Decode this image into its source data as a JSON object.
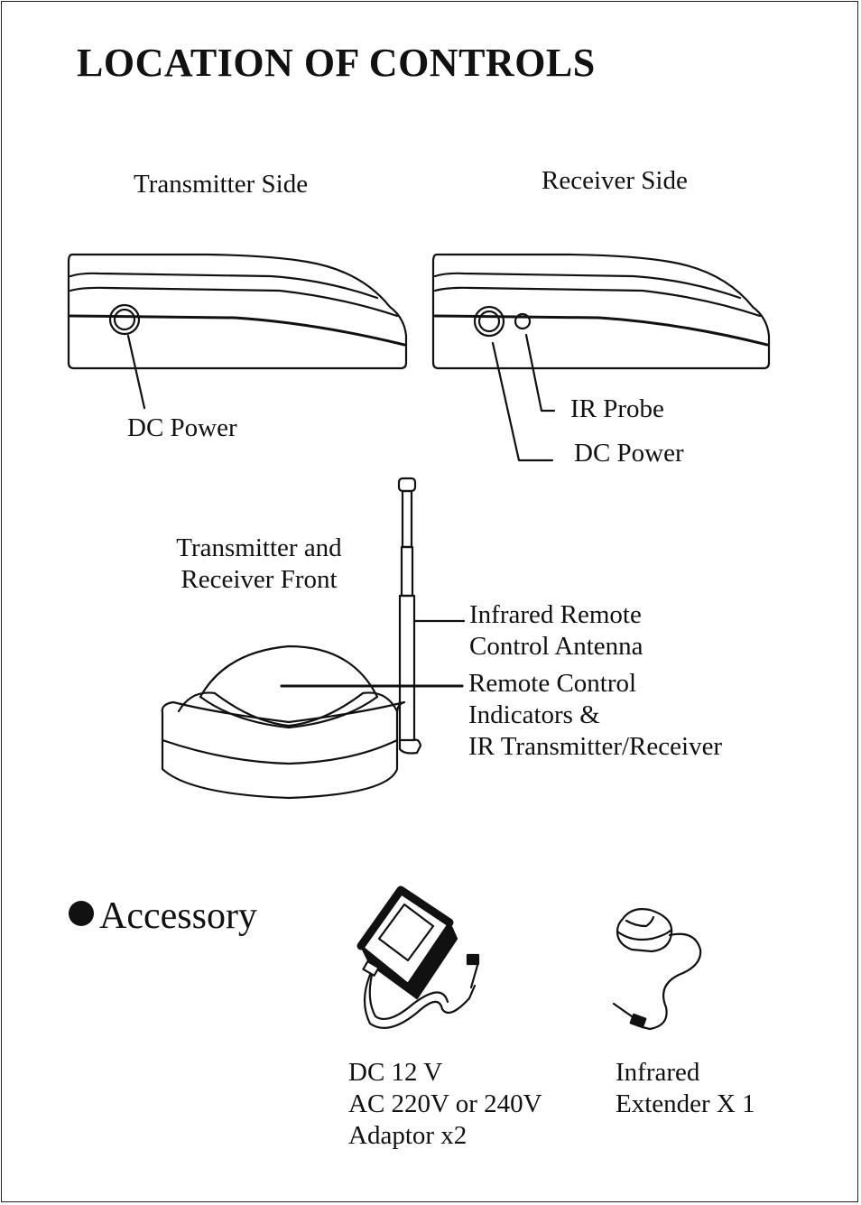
{
  "title": "LOCATION OF CONTROLS",
  "sections": {
    "transmitter_side": {
      "heading": "Transmitter Side",
      "dc_power": "DC Power"
    },
    "receiver_side": {
      "heading": "Receiver Side",
      "ir_probe": "IR Probe",
      "dc_power": "DC Power"
    },
    "front": {
      "heading_line1": "Transmitter and",
      "heading_line2": "Receiver Front",
      "antenna_line1": "Infrared Remote",
      "antenna_line2": "Control Antenna",
      "indicators_line1": "Remote Control",
      "indicators_line2": "Indicators &",
      "indicators_line3": "IR Transmitter/Receiver"
    }
  },
  "accessory": {
    "heading": "Accessory",
    "bullet_icon": "filled-circle-bullet",
    "adaptor": {
      "line1": "DC 12 V",
      "line2": "AC 220V or 240V",
      "line3": "Adaptor x2"
    },
    "extender": {
      "line1": "Infrared",
      "line2": "Extender X 1"
    }
  }
}
